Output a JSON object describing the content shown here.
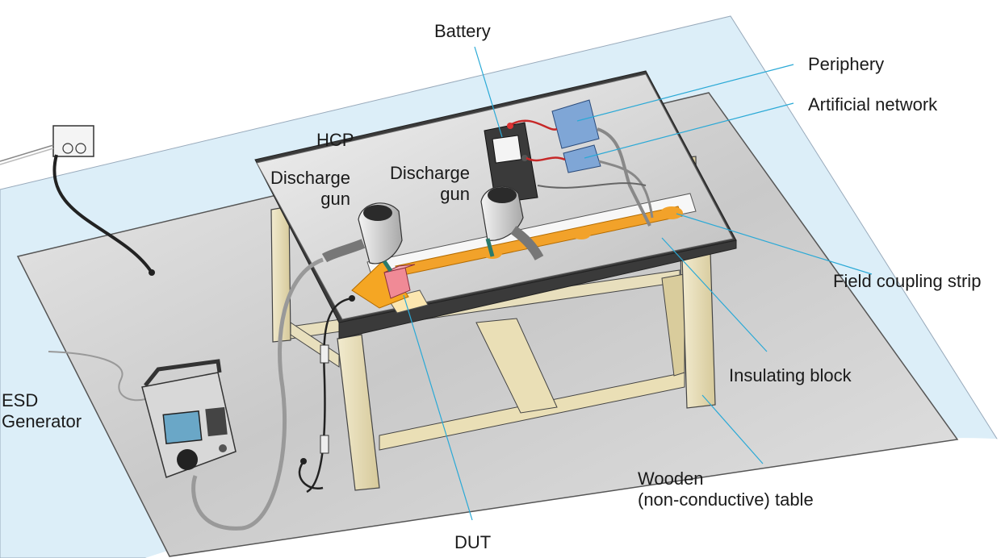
{
  "labels": {
    "battery": "Battery",
    "periphery": "Periphery",
    "artificial_network": "Artificial network",
    "hcp": "HCP",
    "discharge_gun_left": [
      "Discharge",
      "gun"
    ],
    "discharge_gun_right": [
      "Discharge",
      "gun"
    ],
    "field_coupling_strip": "Field coupling strip",
    "insulating_block": "Insulating block",
    "esd_generator": [
      "ESD",
      "Generator"
    ],
    "wooden_table": [
      "Wooden",
      "(non-conductive) table"
    ],
    "dut": "DUT"
  },
  "colors": {
    "floor_plane": "#dceef8",
    "ground_plane": "#cfcfcf",
    "table_top": "#3a3a3a",
    "table_leg": "#e6dcb8",
    "strip": "#f2a22a",
    "dut": "#f08a96",
    "insulating_block": "#f5a623",
    "periphery_box": "#7fa6d6",
    "leader_line": "#2aa9d6"
  }
}
